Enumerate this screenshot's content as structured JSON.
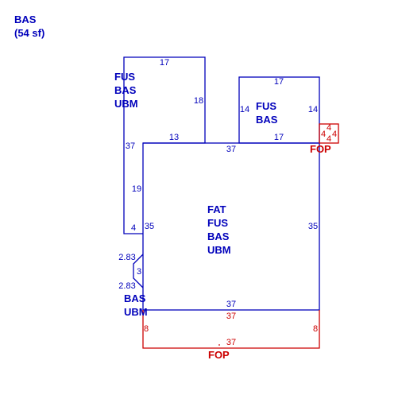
{
  "colors": {
    "primary": "#0000bb",
    "porch": "#cc0000"
  },
  "header": {
    "title": "BAS",
    "area": "(54 sf)"
  },
  "labels": {
    "upper_left": [
      "FUS",
      "BAS",
      "UBM"
    ],
    "upper_right": [
      "FUS",
      "BAS"
    ],
    "main": [
      "FAT",
      "FUS",
      "BAS",
      "UBM"
    ],
    "lower_left": [
      "BAS",
      "UBM"
    ],
    "porch_small": "FOP",
    "porch_bottom": "FOP"
  },
  "dimensions": {
    "upper_left_top": "17",
    "upper_left_right": "18",
    "upper_left_left": "37",
    "upper_left_bottom": "13",
    "left_strip": "19",
    "left_strip_bottom": "4",
    "upper_right_top": "17",
    "upper_right_left": "14",
    "upper_right_right": "14",
    "upper_right_bottom": "17",
    "main_top": "37",
    "main_left": "35",
    "main_right": "35",
    "main_bottom": "37",
    "bay_top": "2.83",
    "bay_mid": "3",
    "bay_bottom": "2.83",
    "porch_small_a": "4",
    "porch_small_b": "4",
    "porch_small_c": "4",
    "porch_small_d": "4",
    "porch_top": "37",
    "porch_left": "8",
    "porch_right": "8",
    "porch_bottom": "37"
  }
}
